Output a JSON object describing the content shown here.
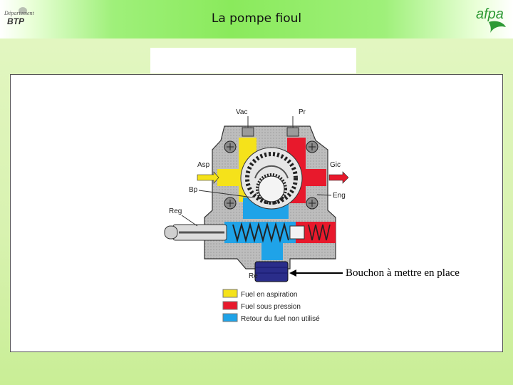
{
  "header": {
    "title": "La pompe fioul",
    "dept_logo": {
      "small_text": "Département",
      "main_text": "BTP"
    },
    "afpa_logo": {
      "text": "afpa",
      "color": "#2e9a35"
    }
  },
  "diagram": {
    "labels": {
      "vac": "Vac",
      "pr": "Pr",
      "asp": "Asp",
      "gic": "Gic",
      "bp": "Bp",
      "eng": "Eng",
      "reg": "Reg",
      "ret": "Re"
    },
    "legend": [
      {
        "label": "Fuel en aspiration",
        "color": "#f5e21a"
      },
      {
        "label": "Fuel sous pression",
        "color": "#e8192c"
      },
      {
        "label": "Retour du fuel non utilisé",
        "color": "#1fa3e8"
      }
    ],
    "callout": "Bouchon à mettre en place",
    "colors": {
      "body": "#b9b9b9",
      "aspiration": "#f5e21a",
      "pressure": "#e8192c",
      "return": "#1fa3e8",
      "plug": "#2a2d8a"
    }
  }
}
